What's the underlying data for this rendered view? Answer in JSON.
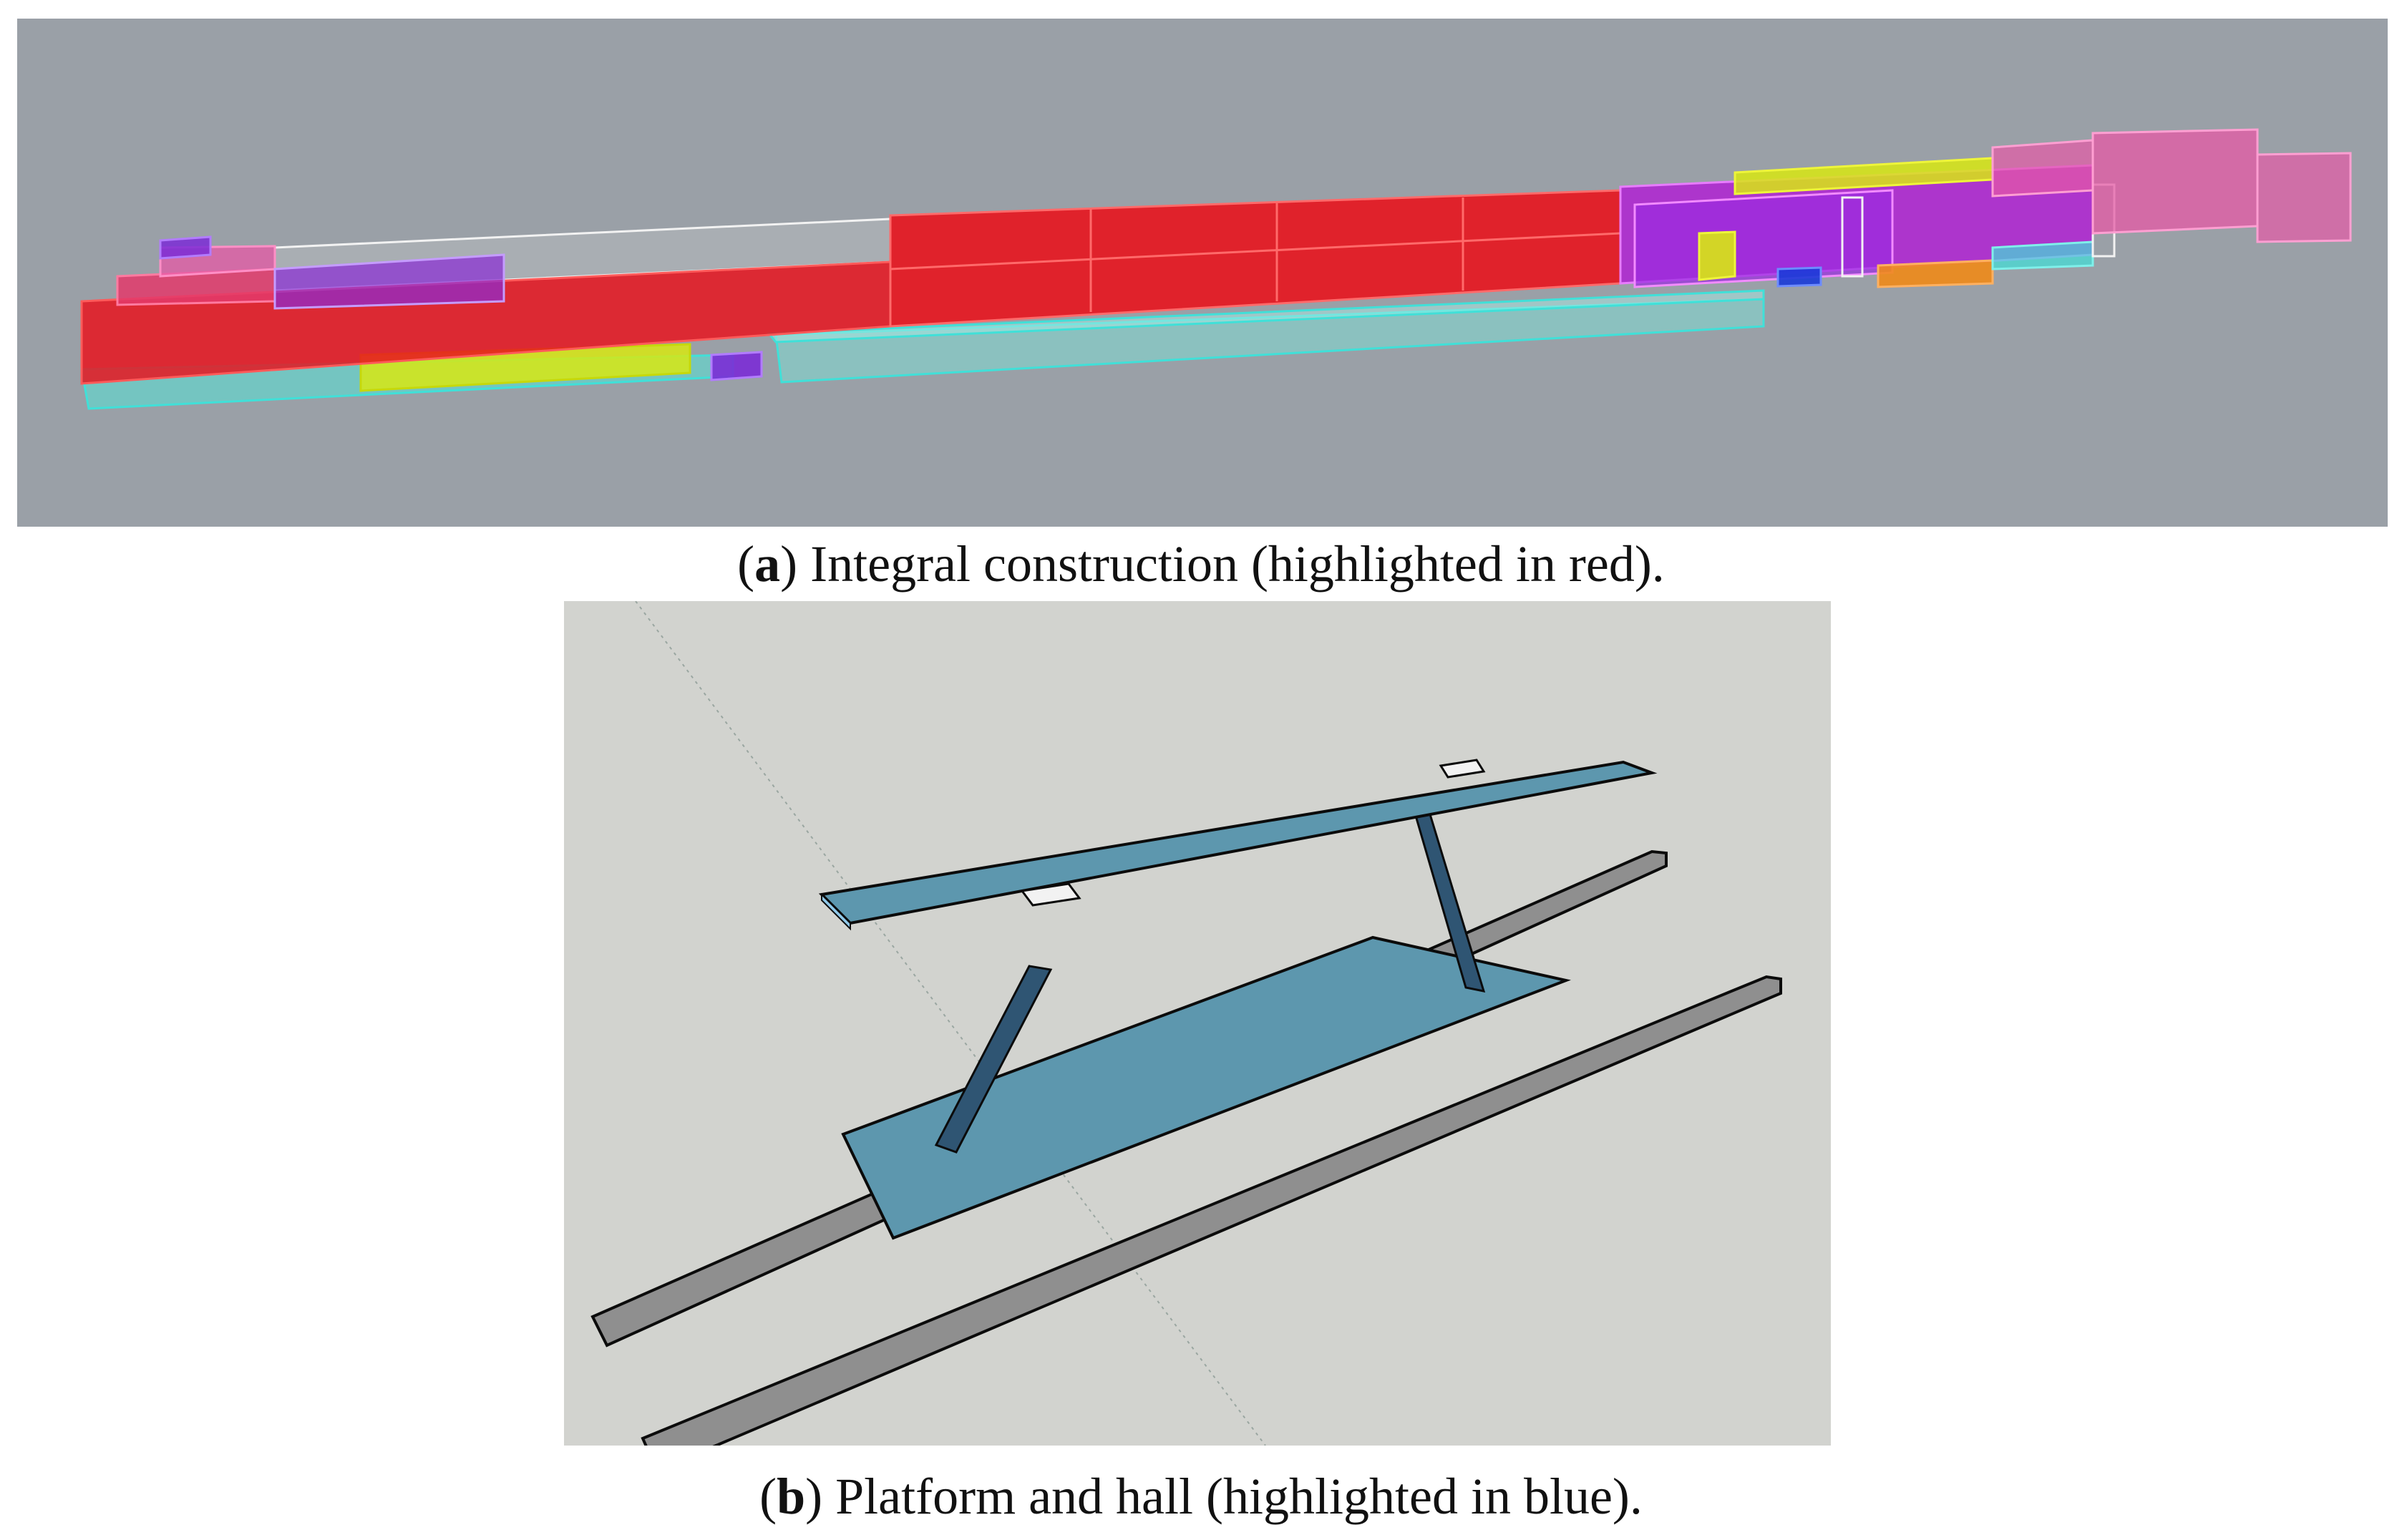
{
  "figure": {
    "panel_a": {
      "label": "a",
      "caption_text": "Integral construction (highlighted in red).",
      "colors": {
        "background": "#9aa0a7",
        "integral": "#e8141e",
        "cyan": "#40e0d8",
        "magenta": "#e81ad2",
        "violet": "#7b2bd6",
        "yellow": "#d8e812",
        "pink": "#e65aa6",
        "white_frame": "#f2f2f2",
        "orange": "#f08a18",
        "blue": "#1a3ad8"
      }
    },
    "panel_b": {
      "label": "b",
      "caption_text": "Platform and hall (highlighted in blue).",
      "colors": {
        "background": "#d2d3cf",
        "slab": "#5d97ae",
        "slab_edge": "#8fc8e8",
        "track": "#8f8f8f",
        "track_dark": "#5a5a5a",
        "stair": "#2f5573",
        "outline": "#0b0b0b"
      }
    }
  }
}
